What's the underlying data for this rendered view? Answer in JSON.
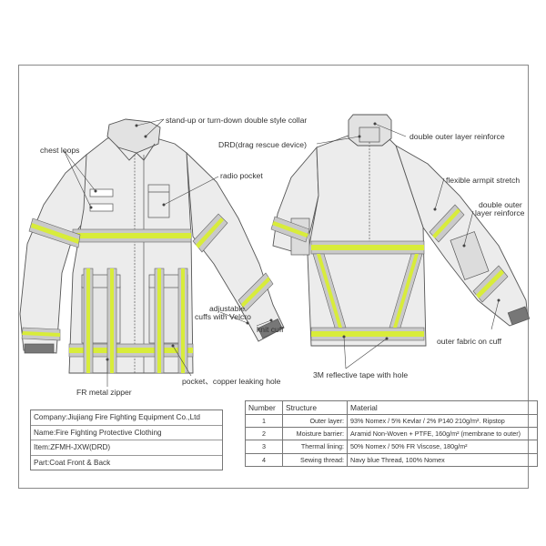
{
  "labels": {
    "collar": "stand-up or turn-down double style collar",
    "chest_loops": "chest loops",
    "drd": "DRD(drag rescue device)",
    "outer_layer": "double outer layer reinforce",
    "radio_pocket": "radio pocket",
    "armpit": "flexible armpit stretch",
    "outer_layer_2a": "double outer",
    "outer_layer_2b": "layer reinforce",
    "adjustable_a": "adjustable",
    "adjustable_b": "cuffs with Velcro",
    "knit_cuff": "knit cuff",
    "outer_fabric_cuff": "outer fabric on cuff",
    "fr_zipper": "FR metal zipper",
    "pocket_hole": "pocket、copper leaking hole",
    "reflective_tape": "3M reflective tape with hole"
  },
  "info": {
    "company": "Company:Jiujiang Fire Fighting Equipment Co.,Ltd",
    "name": "Name:Fire Fighting Protective Clothing",
    "item": "Item:ZFMH-JXW(DRD)",
    "part": "Part:Coat Front & Back"
  },
  "table": {
    "headers": [
      "Number",
      "Structure",
      "Material"
    ],
    "rows": [
      [
        "1",
        "Outer layer:",
        "93% Nomex / 5% Kevlar / 2% P140 210g/m². Ripstop"
      ],
      [
        "2",
        "Moisture barrier:",
        "Aramid Non-Woven + PTFE, 160g/m² (membrane to outer)"
      ],
      [
        "3",
        "Thermal lining:",
        "50% Nomex / 50% FR Viscose, 180g/m²"
      ],
      [
        "4",
        "Sewing thread:",
        "Navy blue Thread, 100% Nomex"
      ]
    ]
  },
  "colors": {
    "tape_yellow": "#d8ec3a",
    "tape_silver": "#c9c9c9",
    "garment": "#ececec",
    "outline": "#555555"
  }
}
